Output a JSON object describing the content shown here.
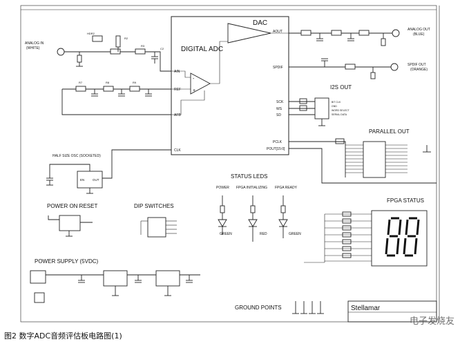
{
  "caption": "图2 数字ADC音频评估板电路图(1)",
  "watermark": "电子发烧友",
  "blocks": {
    "dac": "DAC",
    "digital_adc": "DIGITAL ADC",
    "analog_in": "ANALOG IN (WHITE)",
    "analog_out": "ANALOG OUT (BLUE)",
    "spdif_out": "SPDIF OUT (ORANGE)",
    "i2s_out": "I2S OUT",
    "parallel_out": "PARALLEL OUT",
    "half_size_osc": "HALF SIZE OSC (SOCKETED)",
    "status_leds": "STATUS LEDS",
    "power_on_reset": "POWER ON RESET",
    "dip_switches": "DIP SWITCHES",
    "fpga_status": "FPGA STATUS",
    "power_supply": "POWER SUPPLY (5VDC)",
    "ground_points": "GROUND POINTS",
    "title_block": "Stellamar"
  },
  "pins": {
    "ain": "AIN",
    "ref": "REF",
    "afb": "AFB",
    "clk": "CLK",
    "aout": "AOUT",
    "spdif": "SPDIF",
    "sck": "SCK",
    "ws": "WS",
    "sd": "SD",
    "pclk": "PCLK",
    "pout": "POUT[15:0]"
  },
  "status_labels": {
    "power": "POWER",
    "fpga_initializing": "FPGA INITIALIZING",
    "fpga_ready": "FPGA READY",
    "green1": "GREEN",
    "red": "RED",
    "green2": "GREEN"
  }
}
